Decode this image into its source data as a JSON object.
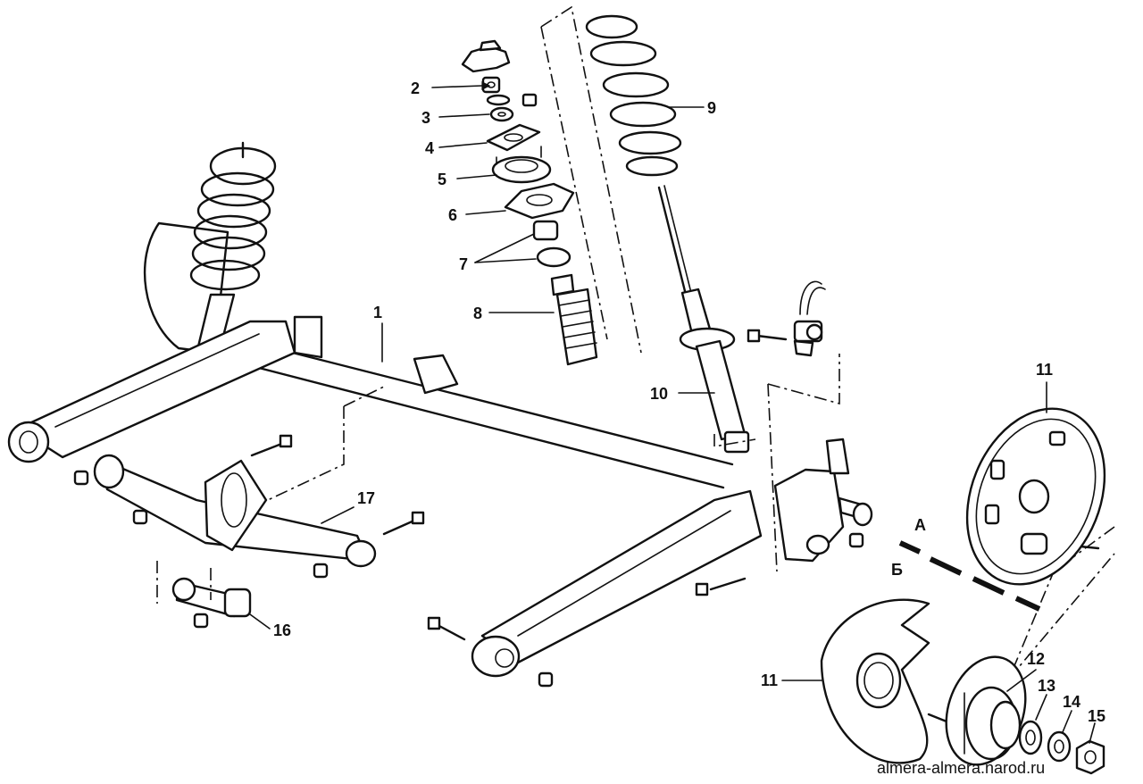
{
  "labels": {
    "n1": "1",
    "n2": "2",
    "n3": "3",
    "n4": "4",
    "n5": "5",
    "n6": "6",
    "n7": "7",
    "n8": "8",
    "n9": "9",
    "n10": "10",
    "n11a": "11",
    "n11b": "11",
    "n12": "12",
    "n13": "13",
    "n14": "14",
    "n15": "15",
    "n16": "16",
    "n17": "17",
    "variant_a": "А",
    "variant_b": "Б"
  },
  "watermark": "almera-almera.narod.ru"
}
